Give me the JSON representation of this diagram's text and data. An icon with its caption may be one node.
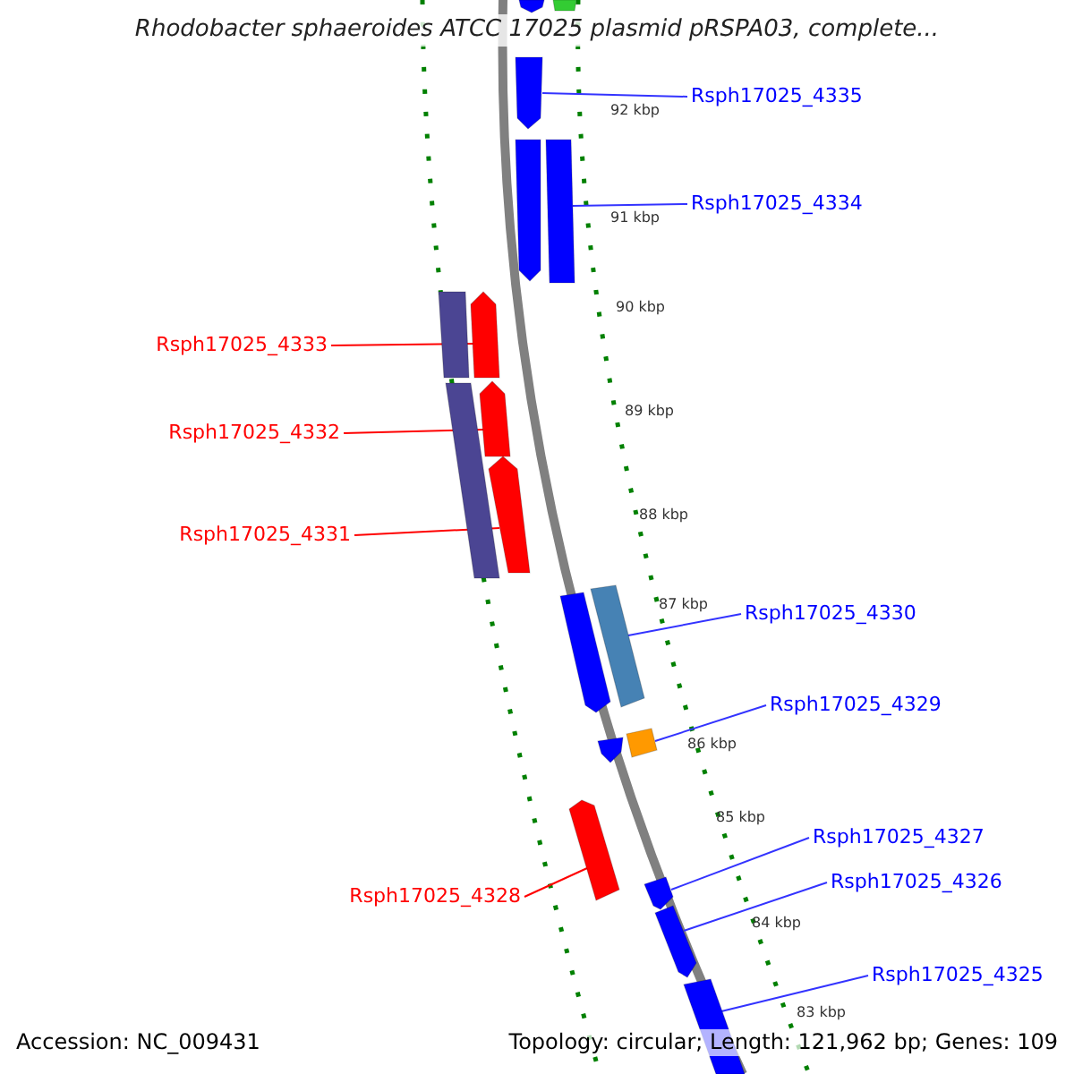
{
  "diagram": {
    "title": "Rhodobacter sphaeroides ATCC 17025 plasmid pRSPA03, complete...",
    "nodes": [
      {
        "text": [
          "Rsph17025_4335"
        ]
      },
      {
        "text": [
          "Rsph17025_4334"
        ]
      },
      {
        "text": [
          "Rsph17025_4333"
        ]
      },
      {
        "text": [
          "Rsph17025_4332"
        ]
      },
      {
        "text": [
          "Rsph17025_4331"
        ]
      },
      {
        "text": [
          "Rsph17025_4330"
        ]
      },
      {
        "text": [
          "Rsph17025_4329"
        ]
      },
      {
        "text": [
          "Rsph17025_4328"
        ]
      },
      {
        "text": [
          "Rsph17025_4327"
        ]
      },
      {
        "text": [
          "Rsph17025_4326"
        ]
      },
      {
        "text": [
          "Rsph17025_4325"
        ]
      },
      {
        "text": [],
        "shape": "box"
      },
      {
        "text": [],
        "shape": "box"
      },
      {
        "text": [],
        "shape": "box"
      },
      {
        "text": [],
        "shape": "box"
      },
      {
        "text": [],
        "shape": "box"
      },
      {
        "text": [],
        "shape": "box"
      },
      {
        "text": [],
        "shape": "box"
      },
      {
        "text": [],
        "shape": "box"
      },
      {
        "text": [],
        "shape": "box"
      },
      {
        "text": [],
        "shape": "box"
      },
      {
        "text": [],
        "shape": "box"
      },
      {
        "text": [],
        "shape": "box"
      },
      {
        "text": [],
        "shape": "box"
      },
      {
        "text": [],
        "shape": "box"
      },
      {
        "text": [],
        "shape": "box"
      },
      {
        "text": [],
        "shape": "box"
      },
      {
        "text": [],
        "shape": "box"
      },
      {
        "text": [],
        "shape": "box"
      }
    ],
    "edges": [
      {
        "from": 0,
        "to": 13,
        "arrow": "none"
      },
      {
        "from": 1,
        "to": 15,
        "arrow": "none"
      },
      {
        "from": 2,
        "to": 17,
        "arrow": "none",
        "color": "#ff0000"
      },
      {
        "from": 3,
        "to": 19,
        "arrow": "none",
        "color": "#ff0000"
      },
      {
        "from": 4,
        "to": 20,
        "arrow": "none",
        "color": "#ff0000"
      },
      {
        "from": 5,
        "to": 22,
        "arrow": "none"
      },
      {
        "from": 6,
        "to": 24,
        "arrow": "none"
      },
      {
        "from": 7,
        "to": 25,
        "arrow": "none",
        "color": "#ff0000"
      },
      {
        "from": 8,
        "to": 26,
        "arrow": "none"
      },
      {
        "from": 9,
        "to": 27,
        "arrow": "none"
      },
      {
        "from": 10,
        "to": 28,
        "arrow": "none"
      }
    ],
    "labels": [
      "92 kbp",
      "91 kbp",
      "90 kbp",
      "89 kbp",
      "88 kbp",
      "87 kbp",
      "86 kbp",
      "85 kbp",
      "84 kbp",
      "83 kbp",
      "Accession: NC_009431",
      "Topology: circular; Length: 121,962 bp; Genes: 109"
    ]
  }
}
